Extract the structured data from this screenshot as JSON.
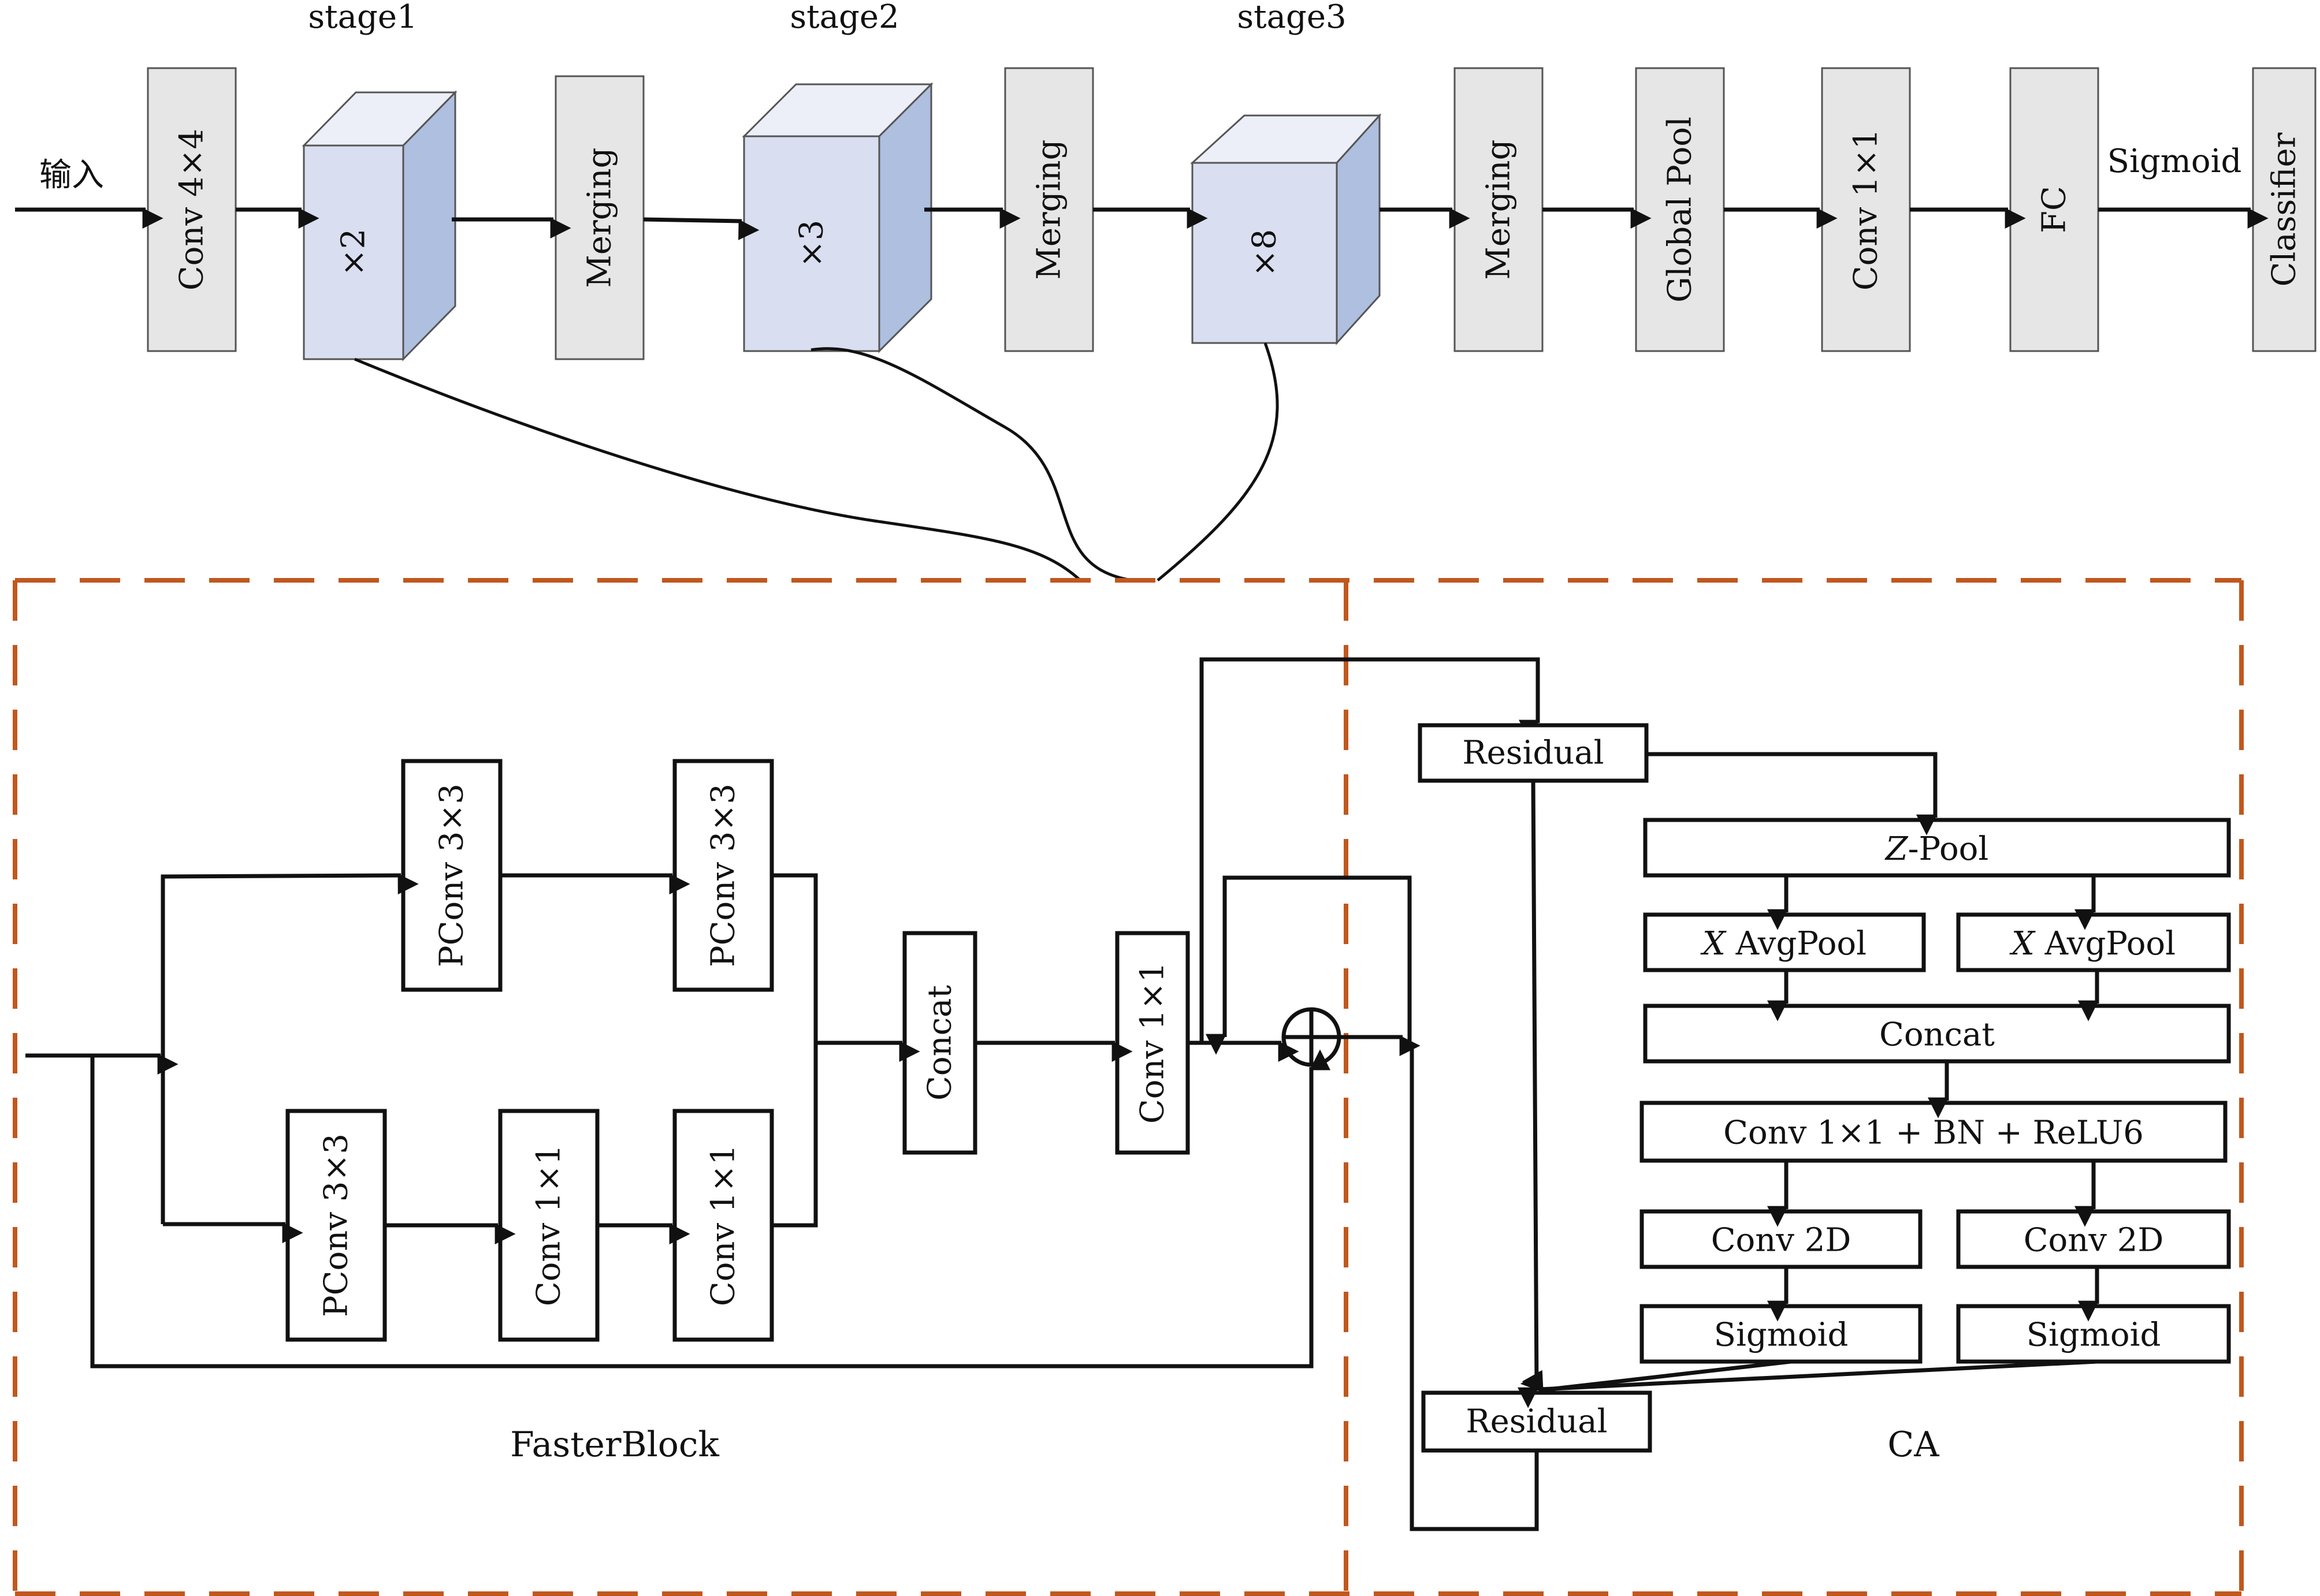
{
  "pipeline": {
    "input_label": "输入",
    "stage_labels": [
      "stage1",
      "stage2",
      "stage3"
    ],
    "conv4": "Conv 4×4",
    "stage_repeats": [
      "×2",
      "×3",
      "×8"
    ],
    "merging": "Merging",
    "global_pool": "Global Pool",
    "conv1x1": "Conv 1×1",
    "fc": "FC",
    "sigmoid": "Sigmoid",
    "classifier": "Classifier"
  },
  "faster_block": {
    "title": "FasterBlock",
    "pconv_top_1": "PConv 3×3",
    "pconv_top_2": "PConv 3×3",
    "pconv_bottom": "PConv 3×3",
    "conv_bottom_1": "Conv 1×1",
    "conv_bottom_2": "Conv 1×1",
    "concat": "Concat",
    "conv_out": "Conv 1×1",
    "add_symbol": "⊕"
  },
  "ca": {
    "title": "CA",
    "residual_top": "Residual",
    "zpool_italic": "Z",
    "zpool_rest": "-Pool",
    "xavg_italic": "X",
    "xavg_rest": " AvgPool",
    "concat": "Concat",
    "conv_bn_relu": "Conv 1×1 + BN + ReLU6",
    "conv2d": "Conv 2D",
    "sigmoid": "Sigmoid",
    "residual_bottom": "Residual"
  },
  "colors": {
    "dashed_border": "#c0581e",
    "gray_block": "#e6e6e6",
    "cube_front": "#d9def0",
    "cube_top": "#eceff8",
    "cube_side": "#aebfe0"
  }
}
